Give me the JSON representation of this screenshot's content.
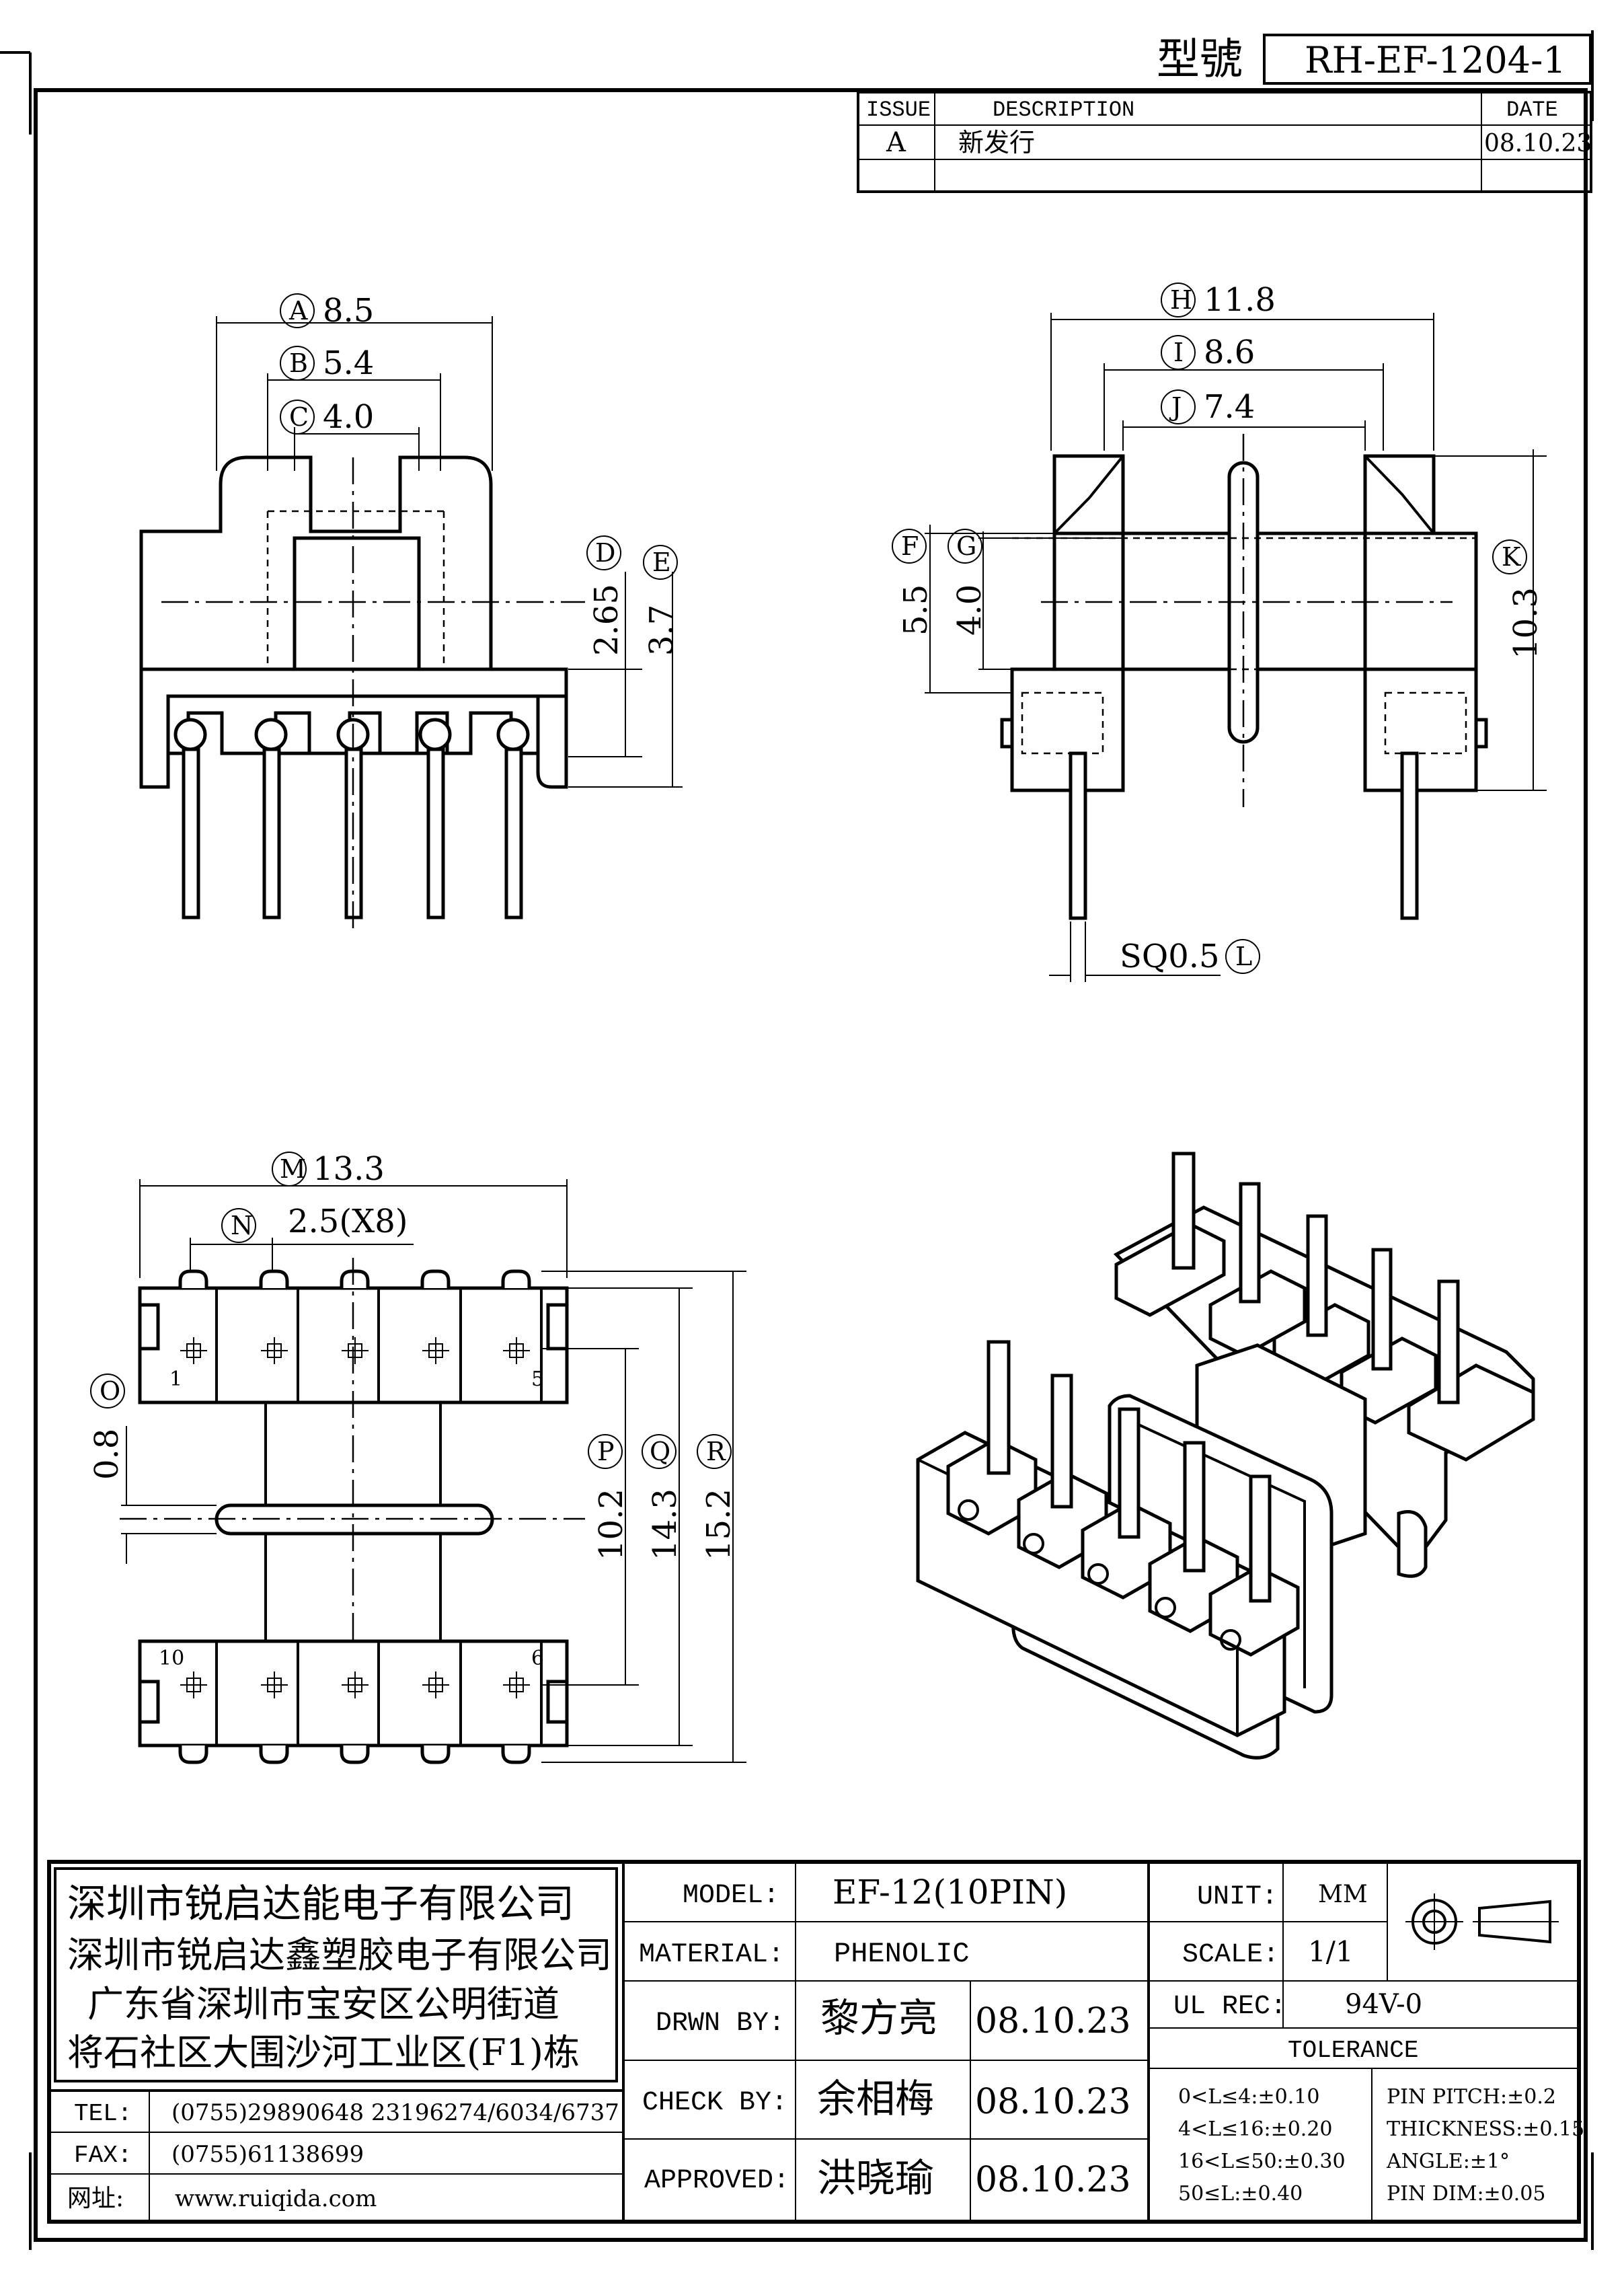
{
  "header": {
    "model_label": "型號",
    "model_number": "RH-EF-1204-1"
  },
  "revision_table": {
    "headers": [
      "ISSUE",
      "DESCRIPTION",
      "DATE"
    ],
    "rows": [
      {
        "issue": "A",
        "description": "新发行",
        "date": "08.10.23"
      }
    ]
  },
  "dimensions": {
    "A": "8.5",
    "B": "5.4",
    "C": "4.0",
    "D": "2.65",
    "E": "3.7",
    "F": "5.5",
    "G": "4.0",
    "H": "11.8",
    "I": "8.6",
    "J": "7.4",
    "K": "10.3",
    "L": "SQ0.5",
    "M": "13.3",
    "N": "2.5(X8)",
    "O": "0.8",
    "P": "10.2",
    "Q": "14.3",
    "R": "15.2"
  },
  "pin_labels": {
    "p1": "1",
    "p5": "5",
    "p6": "6",
    "p10": "10"
  },
  "company": {
    "lines": [
      "深圳市锐启达能电子有限公司",
      "深圳市锐启达鑫塑胶电子有限公司",
      "广东省深圳市宝安区公明街道",
      "将石社区大围沙河工业区(F1)栋"
    ],
    "tel_label": "TEL:",
    "tel": "(0755)29890648  23196274/6034/6737",
    "fax_label": "FAX:",
    "fax": "(0755)61138699",
    "web_label": "网址:",
    "web": "www.ruiqida.com"
  },
  "title_block": {
    "model_label": "MODEL:",
    "model": "EF-12(10PIN)",
    "material_label": "MATERIAL:",
    "material": "PHENOLIC",
    "drawn_label": "DRWN BY:",
    "drawn_name": "黎方亮",
    "drawn_date": "08.10.23",
    "check_label": "CHECK BY:",
    "check_name": "余相梅",
    "check_date": "08.10.23",
    "approved_label": "APPROVED:",
    "approved_name": "洪晓瑜",
    "approved_date": "08.10.23",
    "unit_label": "UNIT:",
    "unit": "MM",
    "scale_label": "SCALE:",
    "scale": "1/1",
    "ul_label": "UL REC:",
    "ul": "94V-0",
    "tolerance_label": "TOLERANCE",
    "tolerances_left": [
      "0<L≤4:±0.10",
      "4<L≤16:±0.20",
      "16<L≤50:±0.30",
      "50≤L:±0.40"
    ],
    "tolerances_right": [
      "PIN PITCH:±0.2",
      "THICKNESS:±0.15",
      "ANGLE:±1°",
      "PIN DIM:±0.05"
    ]
  }
}
